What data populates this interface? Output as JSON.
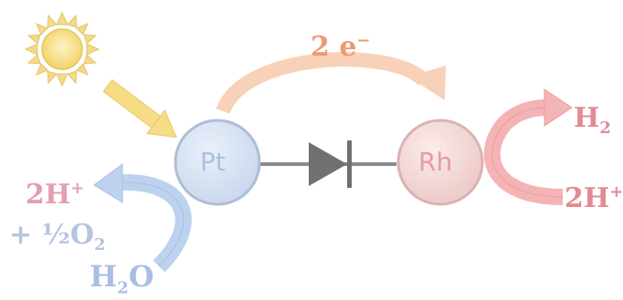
{
  "electrons": {
    "label": "2 e",
    "charge": "−"
  },
  "electrode_left": {
    "label": "Pt"
  },
  "electrode_right": {
    "label": "Rh"
  },
  "product_right": {
    "base": "H",
    "sub": "2"
  },
  "reactant_right": {
    "base": "2H",
    "sup": "+"
  },
  "product_left_1": {
    "base": "2H",
    "sup": "+"
  },
  "product_left_2": {
    "base": "+ ½O",
    "sub": "2"
  },
  "reactant_left": {
    "base": "H",
    "sub": "2",
    "tail": "O"
  },
  "colors": {
    "sun": "#f6d77a",
    "sun_ray": "#f3d98c",
    "sun_arrow": "#f5dc85",
    "electron_arrow": "#f8d2b8",
    "electron_text": "#ee9a72",
    "pt_fill": "#d3def0",
    "pt_text": "#aac0e2",
    "rh_fill": "#f2d6d4",
    "rh_text": "#e59c9f",
    "wire": "#8a8a8a",
    "diode": "#707070",
    "right_arrow": "#f4b3b5",
    "right_text": "#e28a92",
    "left_arrow": "#bcd2ee",
    "left_text_top": "#e0a0b0",
    "left_text_bottom": "#a9bfe2"
  }
}
